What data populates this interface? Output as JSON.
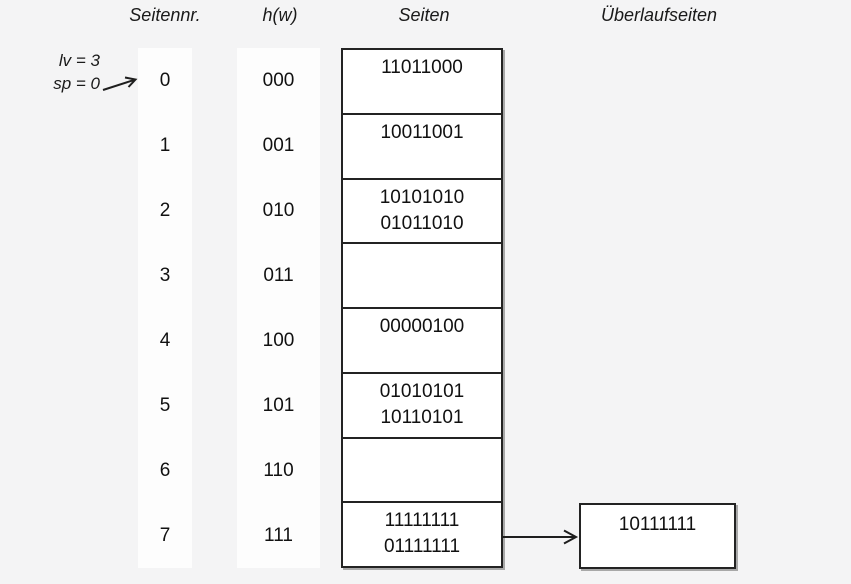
{
  "headers": {
    "seitennr": "Seitennr.",
    "hw": "h(w)",
    "seiten": "Seiten",
    "ueberlaufseiten": "Überlaufseiten"
  },
  "annotation": {
    "lv": "lv = 3",
    "sp": "sp = 0"
  },
  "rows": [
    {
      "page": "0",
      "hash": "000",
      "values": [
        "11011000"
      ]
    },
    {
      "page": "1",
      "hash": "001",
      "values": [
        "10011001"
      ]
    },
    {
      "page": "2",
      "hash": "010",
      "values": [
        "10101010",
        "01011010"
      ]
    },
    {
      "page": "3",
      "hash": "011",
      "values": []
    },
    {
      "page": "4",
      "hash": "100",
      "values": [
        "00000100"
      ]
    },
    {
      "page": "5",
      "hash": "101",
      "values": [
        "01010101",
        "10110101"
      ]
    },
    {
      "page": "6",
      "hash": "110",
      "values": []
    },
    {
      "page": "7",
      "hash": "111",
      "values": [
        "11111111",
        "01111111"
      ],
      "overflow": [
        "10111111"
      ]
    }
  ],
  "colors": {
    "background": "#f4f4f5",
    "column_background": "#fdfdfd",
    "box_background": "#ffffff",
    "border": "#232323",
    "shadow": "#a8a8a8",
    "text": "#111111"
  }
}
